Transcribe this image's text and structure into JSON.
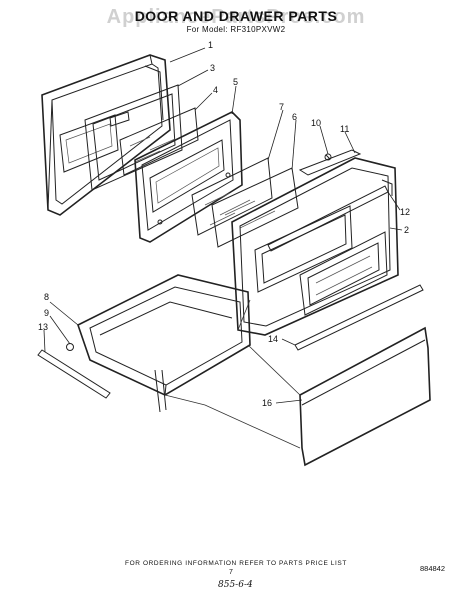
{
  "watermark": "AppliancePartsPros.com",
  "header": {
    "title": "DOOR AND DRAWER PARTS",
    "model_line": "For Model: RF310PXVW2"
  },
  "callouts": {
    "c1": "1",
    "c2": "2",
    "c3": "3",
    "c4": "4",
    "c5": "5",
    "c6": "6",
    "c7": "7",
    "c8": "8",
    "c9": "9",
    "c10": "10",
    "c11": "11",
    "c12": "12",
    "c13": "13",
    "c14": "14",
    "c16": "16"
  },
  "footer": {
    "ordering_note": "FOR ORDERING INFORMATION REFER TO PARTS PRICE LIST",
    "page_number": "7",
    "handwritten_code": "855-6-4",
    "diagram_code": "884842"
  }
}
